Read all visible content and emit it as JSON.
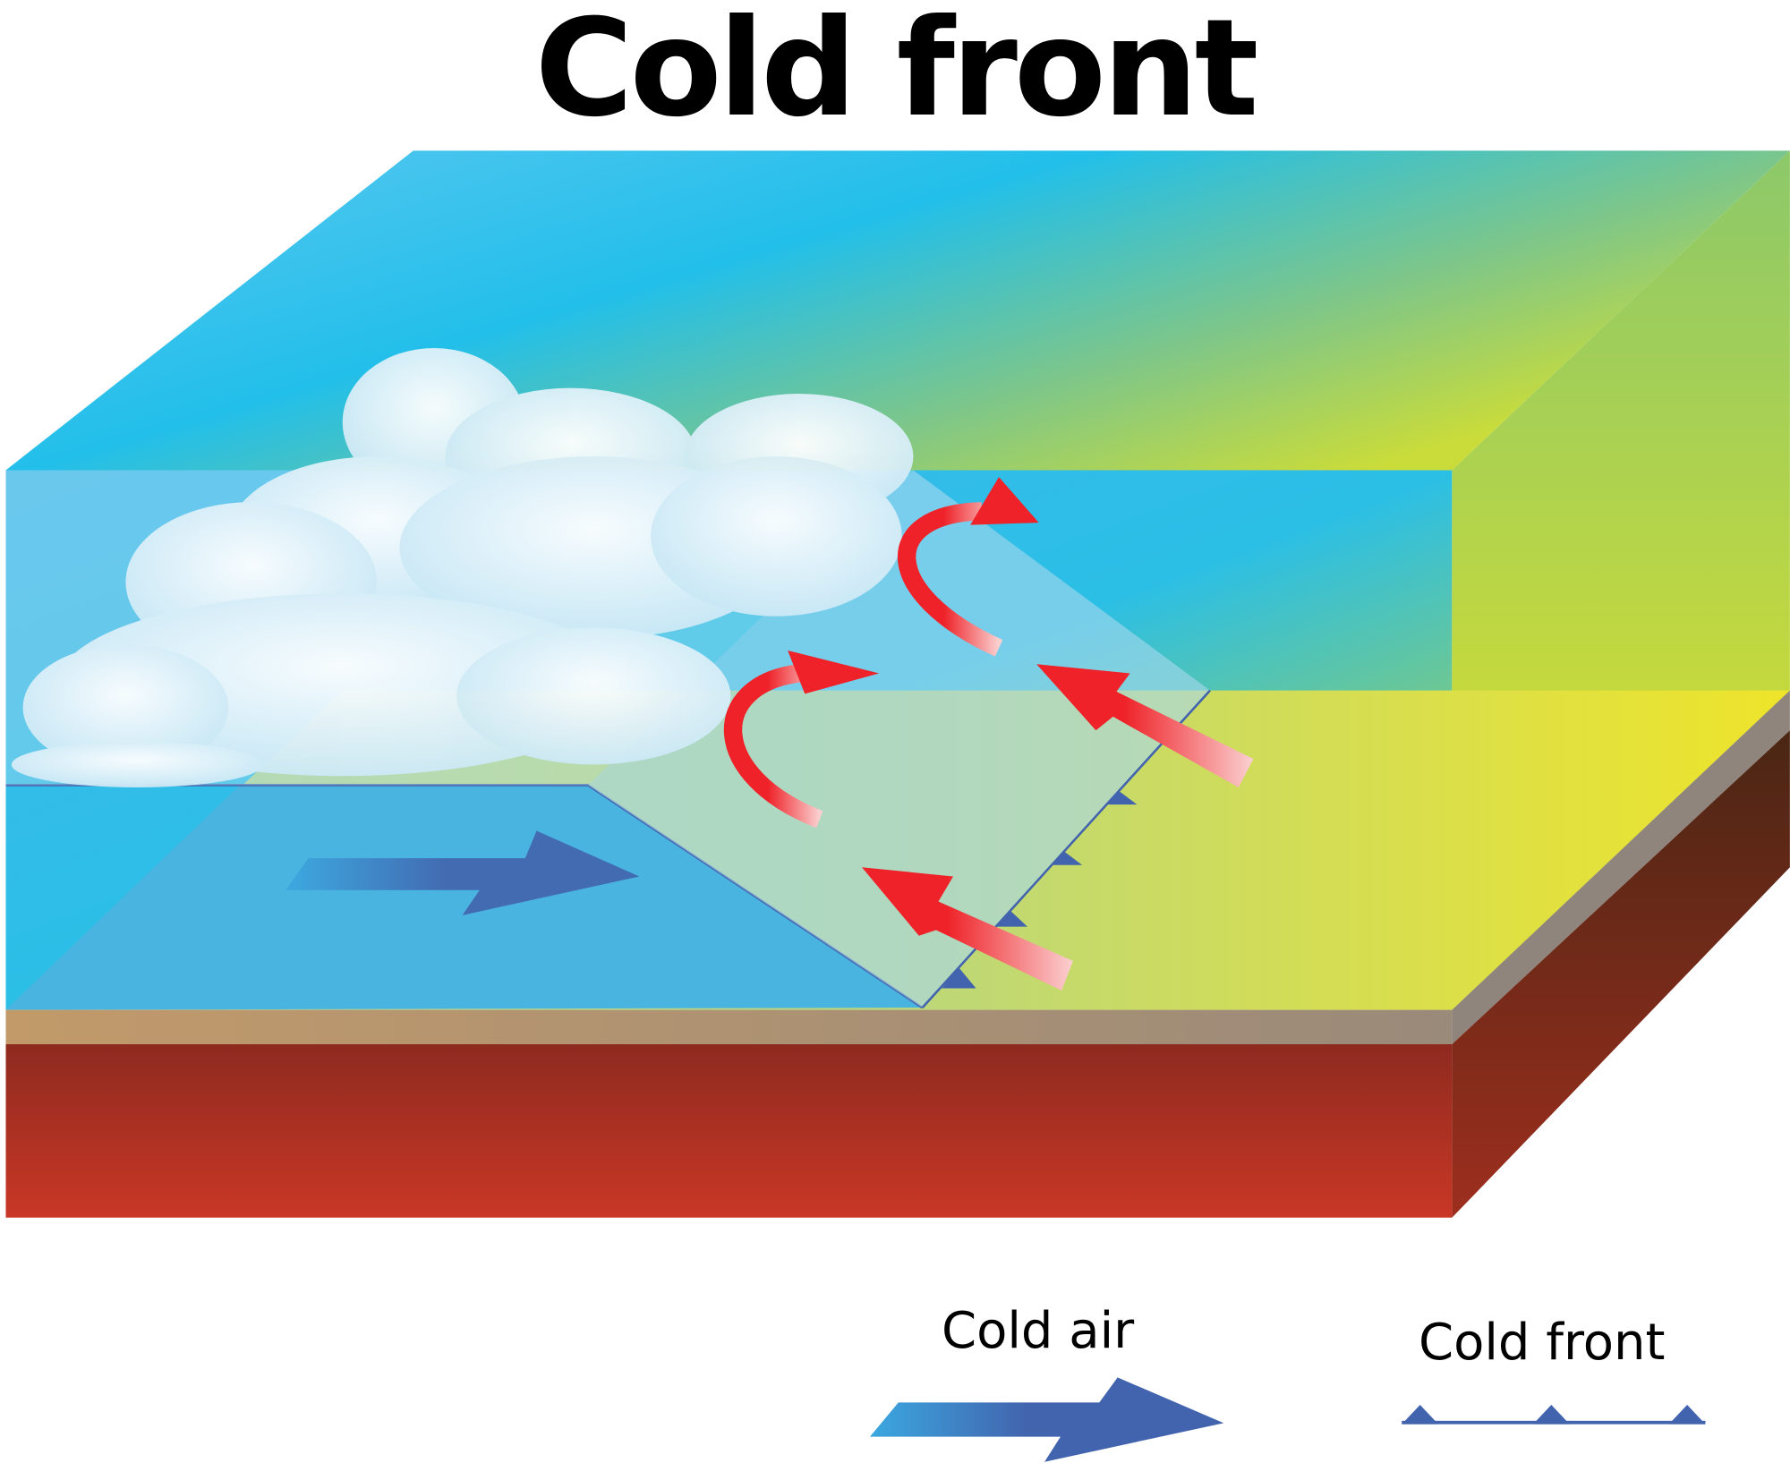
{
  "title": "Cold front",
  "legend": [
    {
      "label": "Cold air",
      "icon": "cold-air-arrow-icon"
    },
    {
      "label": "Cold front",
      "icon": "cold-front-symbol-icon"
    }
  ],
  "colors": {
    "sky_blue": "#3fb7e8",
    "warm_yellow": "#f2e61a",
    "cold_blue": "#4ab4e0",
    "arrow_red": "#ee2228",
    "front_blue": "#4263ad",
    "soil_red": "#c53527"
  }
}
